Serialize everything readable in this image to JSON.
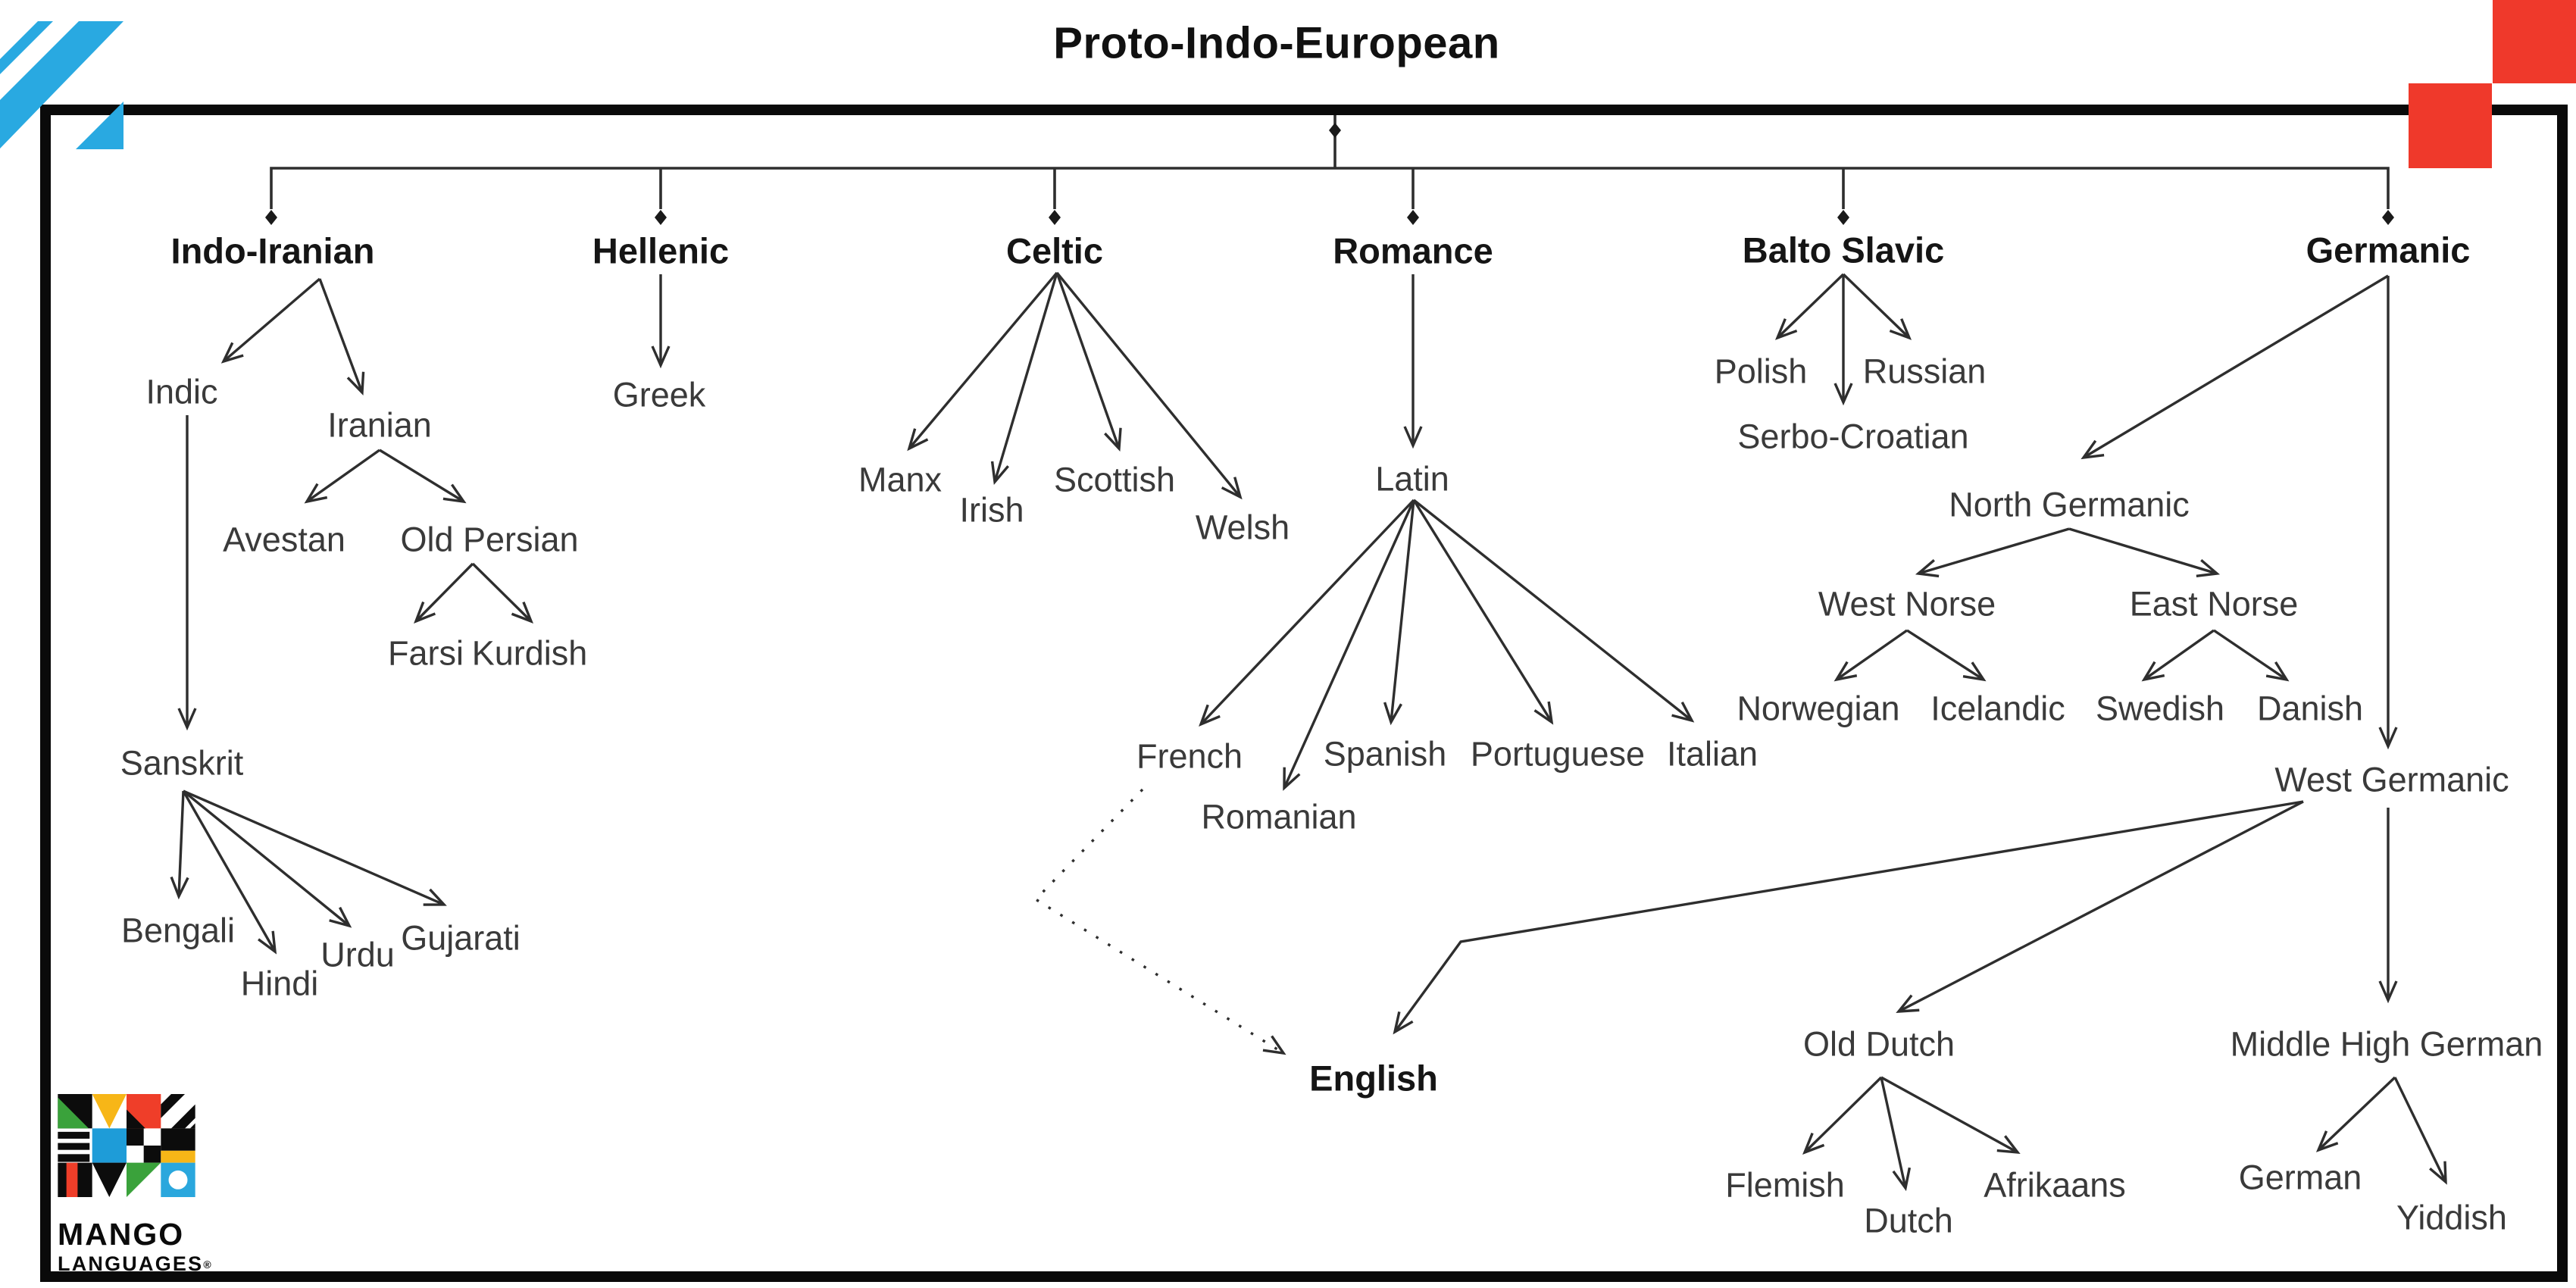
{
  "title": "Proto-Indo-European",
  "nodes": {
    "indo_iranian": {
      "label": "Indo-Iranian"
    },
    "hellenic": {
      "label": "Hellenic"
    },
    "celtic": {
      "label": "Celtic"
    },
    "romance": {
      "label": "Romance"
    },
    "balto_slavic": {
      "label": "Balto Slavic"
    },
    "germanic": {
      "label": "Germanic"
    },
    "indic": {
      "label": "Indic"
    },
    "iranian": {
      "label": "Iranian"
    },
    "avestan": {
      "label": "Avestan"
    },
    "old_persian": {
      "label": "Old Persian"
    },
    "farsi": {
      "label": "Farsi"
    },
    "kurdish": {
      "label": "Kurdish"
    },
    "sanskrit": {
      "label": "Sanskrit"
    },
    "bengali": {
      "label": "Bengali"
    },
    "hindi": {
      "label": "Hindi"
    },
    "urdu": {
      "label": "Urdu"
    },
    "gujarati": {
      "label": "Gujarati"
    },
    "greek": {
      "label": "Greek"
    },
    "manx": {
      "label": "Manx"
    },
    "irish": {
      "label": "Irish"
    },
    "scottish": {
      "label": "Scottish"
    },
    "welsh": {
      "label": "Welsh"
    },
    "latin": {
      "label": "Latin"
    },
    "french": {
      "label": "French"
    },
    "romanian": {
      "label": "Romanian"
    },
    "spanish": {
      "label": "Spanish"
    },
    "portuguese": {
      "label": "Portuguese"
    },
    "italian": {
      "label": "Italian"
    },
    "polish": {
      "label": "Polish"
    },
    "russian": {
      "label": "Russian"
    },
    "serbo_croatian": {
      "label": "Serbo-Croatian"
    },
    "north_germanic": {
      "label": "North Germanic"
    },
    "west_norse": {
      "label": "West Norse"
    },
    "east_norse": {
      "label": "East Norse"
    },
    "norwegian": {
      "label": "Norwegian"
    },
    "icelandic": {
      "label": "Icelandic"
    },
    "swedish": {
      "label": "Swedish"
    },
    "danish": {
      "label": "Danish"
    },
    "west_germanic": {
      "label": "West Germanic"
    },
    "english": {
      "label": "English"
    },
    "old_dutch": {
      "label": "Old Dutch"
    },
    "middle_high_german": {
      "label": "Middle High German"
    },
    "flemish": {
      "label": "Flemish"
    },
    "dutch": {
      "label": "Dutch"
    },
    "afrikaans": {
      "label": "Afrikaans"
    },
    "german": {
      "label": "German"
    },
    "yiddish": {
      "label": "Yiddish"
    }
  },
  "tree_edges": [
    [
      "Proto-Indo-European",
      "Indo-Iranian"
    ],
    [
      "Proto-Indo-European",
      "Hellenic"
    ],
    [
      "Proto-Indo-European",
      "Celtic"
    ],
    [
      "Proto-Indo-European",
      "Romance"
    ],
    [
      "Proto-Indo-European",
      "Balto Slavic"
    ],
    [
      "Proto-Indo-European",
      "Germanic"
    ],
    [
      "Indo-Iranian",
      "Indic"
    ],
    [
      "Indo-Iranian",
      "Iranian"
    ],
    [
      "Indic",
      "Sanskrit"
    ],
    [
      "Iranian",
      "Avestan"
    ],
    [
      "Iranian",
      "Old Persian"
    ],
    [
      "Old Persian",
      "Farsi"
    ],
    [
      "Old Persian",
      "Kurdish"
    ],
    [
      "Sanskrit",
      "Bengali"
    ],
    [
      "Sanskrit",
      "Hindi"
    ],
    [
      "Sanskrit",
      "Urdu"
    ],
    [
      "Sanskrit",
      "Gujarati"
    ],
    [
      "Hellenic",
      "Greek"
    ],
    [
      "Celtic",
      "Manx"
    ],
    [
      "Celtic",
      "Irish"
    ],
    [
      "Celtic",
      "Scottish"
    ],
    [
      "Celtic",
      "Welsh"
    ],
    [
      "Romance",
      "Latin"
    ],
    [
      "Latin",
      "French"
    ],
    [
      "Latin",
      "Romanian"
    ],
    [
      "Latin",
      "Spanish"
    ],
    [
      "Latin",
      "Portuguese"
    ],
    [
      "Latin",
      "Italian"
    ],
    [
      "Balto Slavic",
      "Polish"
    ],
    [
      "Balto Slavic",
      "Serbo-Croatian"
    ],
    [
      "Balto Slavic",
      "Russian"
    ],
    [
      "Germanic",
      "North Germanic"
    ],
    [
      "Germanic",
      "West Germanic"
    ],
    [
      "North Germanic",
      "West Norse"
    ],
    [
      "North Germanic",
      "East Norse"
    ],
    [
      "West Norse",
      "Norwegian"
    ],
    [
      "West Norse",
      "Icelandic"
    ],
    [
      "East Norse",
      "Swedish"
    ],
    [
      "East Norse",
      "Danish"
    ],
    [
      "West Germanic",
      "English"
    ],
    [
      "West Germanic",
      "Old Dutch"
    ],
    [
      "West Germanic",
      "Middle High German"
    ],
    [
      "Old Dutch",
      "Flemish"
    ],
    [
      "Old Dutch",
      "Dutch"
    ],
    [
      "Old Dutch",
      "Afrikaans"
    ],
    [
      "Middle High German",
      "German"
    ],
    [
      "Middle High German",
      "Yiddish"
    ]
  ],
  "dotted_edge": {
    "from": "French",
    "to": "English",
    "style": "dotted"
  },
  "logo": {
    "brand": "MANGO",
    "sub": "LANGUAGES",
    "registered": "®"
  },
  "colors": {
    "canvas": "#ffffff",
    "frame": "#0a0a0a",
    "line": "#2e2e2e",
    "text": "#3a3a3a",
    "heading_text": "#151515",
    "accent_cyan": "#29A9E1",
    "accent_red": "#EF392B",
    "logo_green": "#3AA23B",
    "logo_yellow": "#F7B617",
    "logo_red": "#EF3E29",
    "logo_blue": "#1E9CD8",
    "logo_light_blue": "#2AA7DD",
    "logo_black": "#0c0c0c"
  }
}
